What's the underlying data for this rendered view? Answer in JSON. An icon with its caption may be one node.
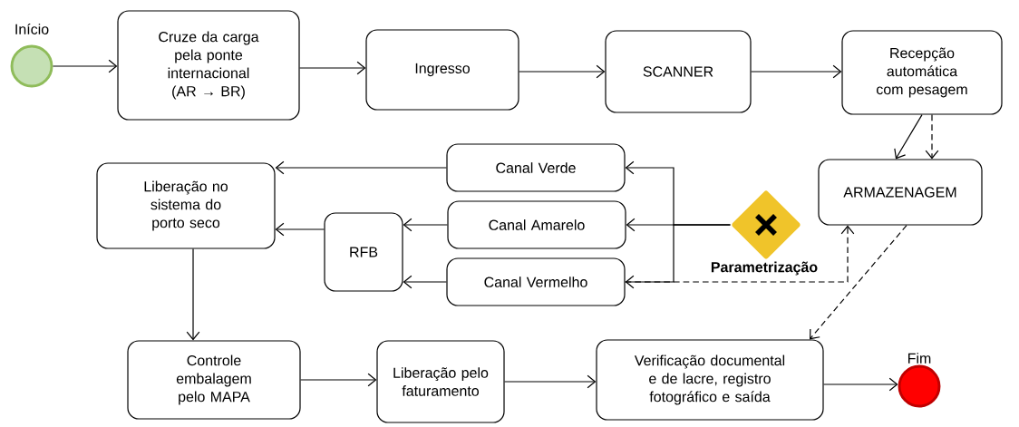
{
  "diagram": {
    "nodes": [
      {
        "text": [],
        "shape": "circle",
        "beside": [
          "Início"
        ]
      },
      {
        "text": [
          "Cruze da carga pela ponte internacional (AR → BR)"
        ]
      },
      {
        "text": [
          "Ingresso"
        ]
      },
      {
        "text": [
          "SCANNER"
        ]
      },
      {
        "text": [
          "Recepção automática com pesagem"
        ]
      },
      {
        "text": [
          "Liberação no sistema do porto seco"
        ]
      },
      {
        "text": [
          "Canal Verde"
        ]
      },
      {
        "text": [
          "Canal Amarelo"
        ]
      },
      {
        "text": [
          "RFB"
        ]
      },
      {
        "text": [
          "Canal Vermelho"
        ]
      },
      {
        "text": [],
        "shape": "diamond",
        "beside": [
          "Parametrização"
        ]
      },
      {
        "text": [
          "ARMAZENAGEM"
        ]
      },
      {
        "text": [
          "Controle embalagem pelo MAPA"
        ]
      },
      {
        "text": [
          "Liberação pelo faturamento"
        ]
      },
      {
        "text": [
          "Verificação documental e de lacre, registro fotográfico e saída"
        ]
      },
      {
        "text": [],
        "shape": "circle",
        "beside": [
          "Fim"
        ]
      }
    ],
    "edges": [
      {
        "from": 0,
        "to": 1,
        "arrow": "to"
      },
      {
        "from": 1,
        "to": 2,
        "arrow": "to"
      },
      {
        "from": 2,
        "to": 3,
        "arrow": "to"
      },
      {
        "from": 3,
        "to": 4,
        "arrow": "to"
      },
      {
        "from": 4,
        "to": 11,
        "arrow": "to"
      },
      {
        "from": 4,
        "to": 11,
        "arrow": "to",
        "style": "dashed"
      },
      {
        "from": 10,
        "to": 6,
        "arrow": "to"
      },
      {
        "from": 10,
        "to": 7,
        "arrow": "to"
      },
      {
        "from": 10,
        "to": 9,
        "arrow": "to"
      },
      {
        "from": 9,
        "to": 11,
        "arrow": "to",
        "style": "dashed"
      },
      {
        "from": 11,
        "to": 14,
        "arrow": "to",
        "style": "dashed"
      },
      {
        "from": 6,
        "to": 5,
        "arrow": "to"
      },
      {
        "from": 7,
        "to": 8,
        "arrow": "to"
      },
      {
        "from": 9,
        "to": 8,
        "arrow": "to"
      },
      {
        "from": 8,
        "to": 5,
        "arrow": "to"
      },
      {
        "from": 5,
        "to": 12,
        "arrow": "to"
      },
      {
        "from": 12,
        "to": 13,
        "arrow": "to"
      },
      {
        "from": 13,
        "to": 14,
        "arrow": "to"
      },
      {
        "from": 14,
        "to": 15,
        "arrow": "to"
      }
    ]
  }
}
